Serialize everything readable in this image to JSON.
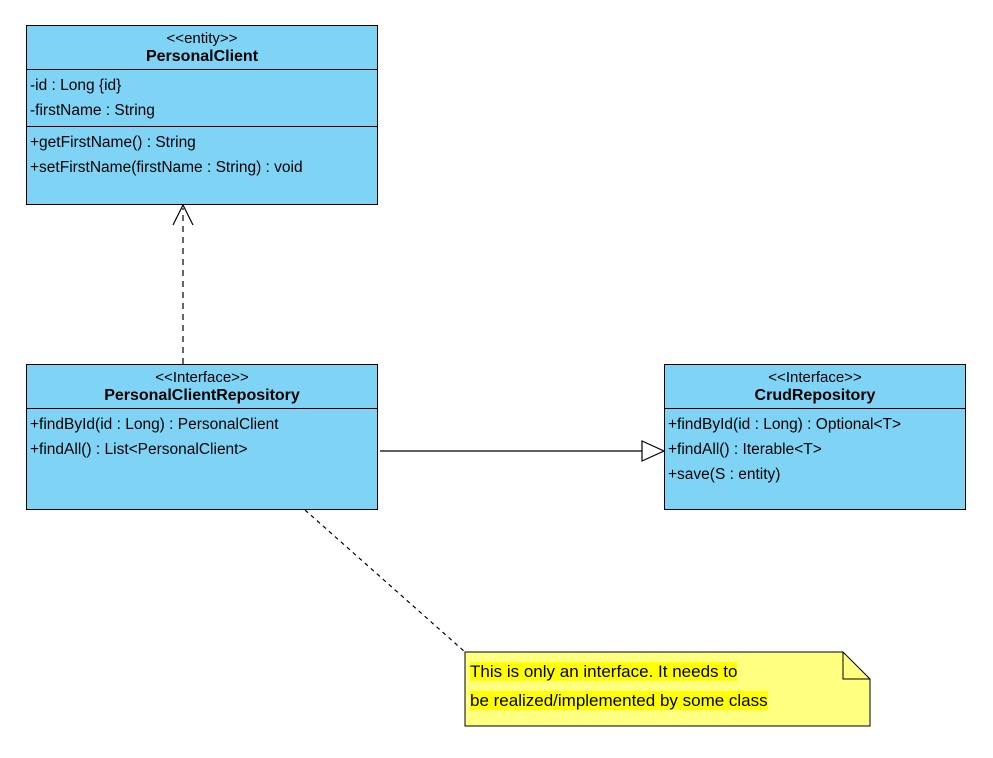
{
  "classes": {
    "personal_client": {
      "stereotype": "<<entity>>",
      "name": "PersonalClient",
      "attributes": [
        "-id : Long {id}",
        "-firstName : String"
      ],
      "operations": [
        "+getFirstName() : String",
        "+setFirstName(firstName : String) : void"
      ]
    },
    "personal_client_repository": {
      "stereotype": "<<Interface>>",
      "name": "PersonalClientRepository",
      "operations": [
        "+findById(id : Long) : PersonalClient",
        "+findAll() : List<PersonalClient>"
      ]
    },
    "crud_repository": {
      "stereotype": "<<Interface>>",
      "name": "CrudRepository",
      "operations": [
        "+findById(id : Long) : Optional<T>",
        "+findAll() : Iterable<T>",
        "+save(S : entity)"
      ]
    }
  },
  "note": {
    "lines": [
      "This is only an interface.  It needs to",
      "be realized/implemented by some class"
    ]
  },
  "colors": {
    "class_fill": "#7fd4f6",
    "note_fill": "#ffff80",
    "note_highlight": "#ffff00"
  }
}
